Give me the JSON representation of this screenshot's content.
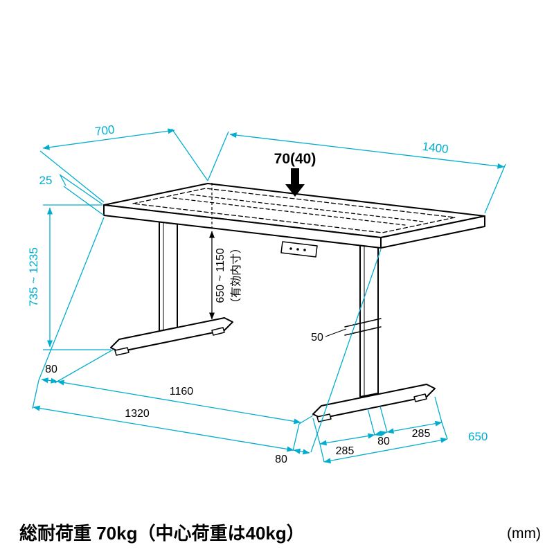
{
  "diagram": {
    "type": "technical-dimension-drawing",
    "subject": "height-adjustable desk (electric standing desk) with dimension callouts",
    "colors": {
      "dimension": "#00ADCE",
      "line": "#000000",
      "background": "#FFFFFF"
    },
    "labels": {
      "depth": "700",
      "width": "1400",
      "thickness": "25",
      "height_range": "735 ~ 1235",
      "inner_height": "650 ~ 1150",
      "inner_height_note": "（有効内寸）",
      "load": "70(40)",
      "column_width": "50",
      "overhang_left": "80",
      "feet_span": "1160",
      "frame_width": "1320",
      "overhang_front": "80",
      "foot_front": "285",
      "foot_mid": "80",
      "foot_back": "285",
      "foot_length": "650"
    },
    "footer": {
      "load_note": "総耐荷重 70kg（中心荷重は40kg）",
      "unit": "(mm)"
    }
  }
}
